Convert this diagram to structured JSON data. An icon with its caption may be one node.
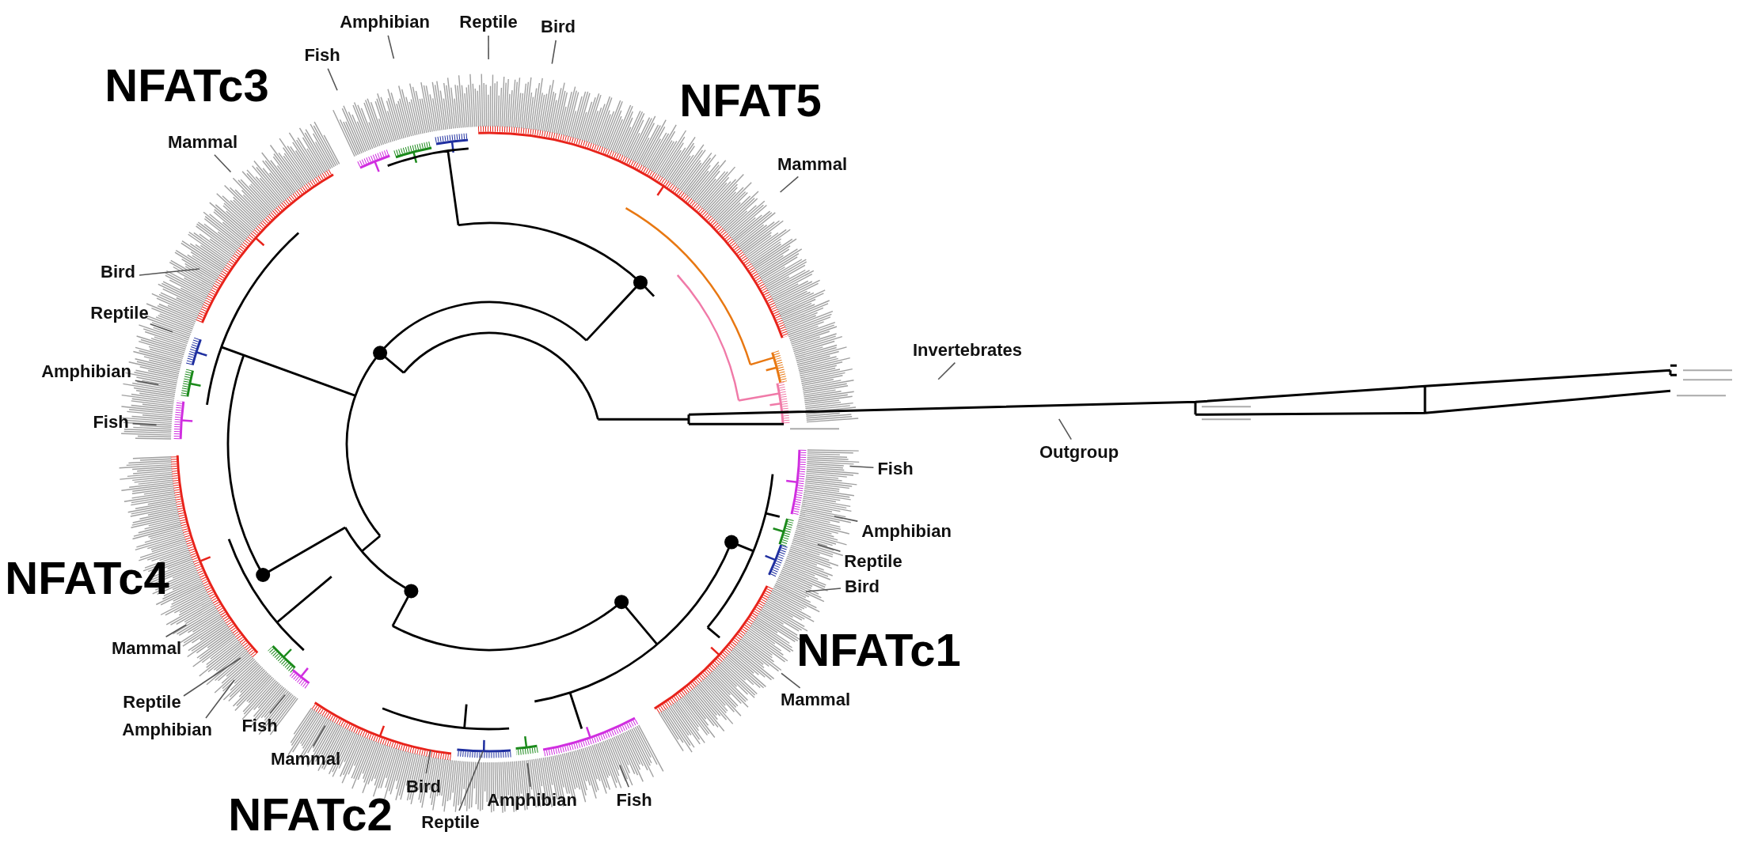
{
  "diagram": {
    "nodes": [
      {
        "text": [
          "Amphibian"
        ]
      },
      {
        "text": [
          "Reptile"
        ]
      },
      {
        "text": [
          "Bird"
        ]
      },
      {
        "text": [
          "Fish"
        ]
      },
      {
        "text": [
          "Mammal"
        ]
      },
      {
        "text": [
          "Mammal"
        ]
      },
      {
        "text": [
          "Bird"
        ]
      },
      {
        "text": [
          "Reptile"
        ]
      },
      {
        "text": [
          "Amphibian"
        ]
      },
      {
        "text": [
          "Invertebrates"
        ]
      },
      {
        "text": [
          "Fish"
        ]
      },
      {
        "text": [
          "Outgroup"
        ]
      },
      {
        "text": [
          "Fish"
        ]
      },
      {
        "text": [
          "Amphibian"
        ]
      },
      {
        "text": [
          "Reptile"
        ]
      },
      {
        "text": [
          "Bird"
        ]
      },
      {
        "text": [
          "Mammal"
        ]
      },
      {
        "text": [
          "Mammal"
        ]
      },
      {
        "text": [
          "Reptile"
        ]
      },
      {
        "text": [
          "Amphibian"
        ]
      },
      {
        "text": [
          "Fish"
        ]
      },
      {
        "text": [
          "Mammal"
        ]
      },
      {
        "text": [
          "Bird"
        ]
      },
      {
        "text": [
          "Reptile"
        ]
      },
      {
        "text": [
          "Amphibian"
        ]
      },
      {
        "text": [
          "Fish"
        ]
      }
    ],
    "edges": [
      {
        "from": 0,
        "to": null,
        "arrow": "none"
      },
      {
        "from": 1,
        "to": null,
        "arrow": "none"
      },
      {
        "from": 2,
        "to": null,
        "arrow": "none"
      },
      {
        "from": 3,
        "to": null,
        "arrow": "none"
      },
      {
        "from": 4,
        "to": null,
        "arrow": "none"
      },
      {
        "from": 5,
        "to": null,
        "arrow": "none"
      },
      {
        "from": 6,
        "to": null,
        "arrow": "none"
      },
      {
        "from": 7,
        "to": null,
        "arrow": "none"
      },
      {
        "from": 8,
        "to": null,
        "arrow": "none"
      },
      {
        "from": 9,
        "to": null,
        "arrow": "none"
      },
      {
        "from": 10,
        "to": null,
        "arrow": "none"
      },
      {
        "from": 11,
        "to": null,
        "arrow": "none"
      },
      {
        "from": 12,
        "to": null,
        "arrow": "none"
      },
      {
        "from": 13,
        "to": null,
        "arrow": "none"
      },
      {
        "from": 14,
        "to": null,
        "arrow": "none"
      },
      {
        "from": 15,
        "to": null,
        "arrow": "none"
      },
      {
        "from": 16,
        "to": null,
        "arrow": "none"
      },
      {
        "from": 17,
        "to": null,
        "arrow": "none"
      },
      {
        "from": 18,
        "to": null,
        "arrow": "none"
      },
      {
        "from": 19,
        "to": null,
        "arrow": "none"
      },
      {
        "from": 20,
        "to": null,
        "arrow": "none"
      },
      {
        "from": 21,
        "to": null,
        "arrow": "none"
      },
      {
        "from": 22,
        "to": null,
        "arrow": "none"
      },
      {
        "from": 23,
        "to": null,
        "arrow": "none"
      },
      {
        "from": 24,
        "to": null,
        "arrow": "none"
      },
      {
        "from": 25,
        "to": null,
        "arrow": "none"
      }
    ],
    "labels": [
      "NFATc3",
      "NFAT5",
      "NFATc4",
      "NFATc1",
      "NFATc2"
    ]
  }
}
